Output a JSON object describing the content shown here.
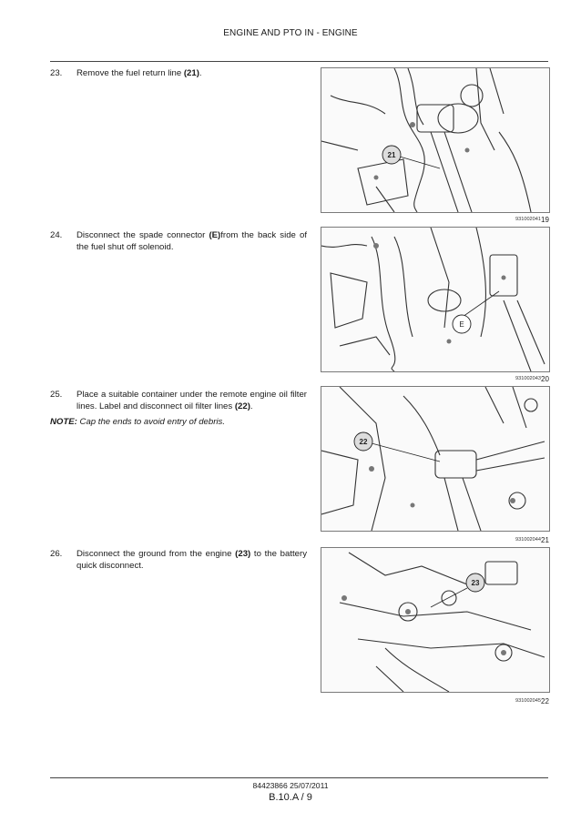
{
  "header": {
    "title": "ENGINE AND PTO IN - ENGINE"
  },
  "steps": [
    {
      "number": "23.",
      "text_before": "Remove the fuel return line ",
      "bold": "(21)",
      "text_after": ".",
      "figure": {
        "callout": "21",
        "id": "931002041",
        "number": "19"
      }
    },
    {
      "number": "24.",
      "text_before": "Disconnect the spade connector ",
      "bold": "(E)",
      "text_after": "from the back side of the fuel shut off solenoid.",
      "figure": {
        "callout": "E",
        "id": "931002043",
        "number": "20"
      }
    },
    {
      "number": "25.",
      "text_before": "Place a suitable container under the remote engine oil filter lines. Label and disconnect oil filter lines ",
      "bold": "(22)",
      "text_after": ".",
      "note_label": "NOTE:",
      "note_text": " Cap the ends to avoid entry of debris.",
      "figure": {
        "callout": "22",
        "id": "931002044",
        "number": "21"
      }
    },
    {
      "number": "26.",
      "text_before": "Disconnect the ground from the engine ",
      "bold": "(23)",
      "text_after": " to the battery quick disconnect.",
      "figure": {
        "callout": "23",
        "id": "931002045",
        "number": "22"
      }
    }
  ],
  "footer": {
    "doc_code": "84423866 25/07/2011",
    "page": "B.10.A / 9"
  }
}
